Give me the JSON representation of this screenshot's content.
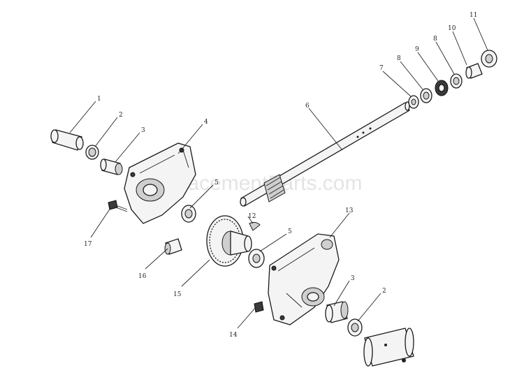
{
  "watermark": "eReplacementParts.com",
  "labels": {
    "l1": "1",
    "l2a": "2",
    "l3a": "3",
    "l4": "4",
    "l5a": "5",
    "l6": "6",
    "l7": "7",
    "l8a": "8",
    "l9": "9",
    "l8b": "8",
    "l10": "10",
    "l11": "11",
    "l12": "12",
    "l5b": "5",
    "l13": "13",
    "l3b": "3",
    "l2b": "2",
    "l14": "14",
    "l15": "15",
    "l16": "16",
    "l17": "17"
  },
  "icons": {
    "shaft": "auger-shaft-icon",
    "gear": "worm-gear-icon",
    "housing": "gear-housing-icon"
  }
}
